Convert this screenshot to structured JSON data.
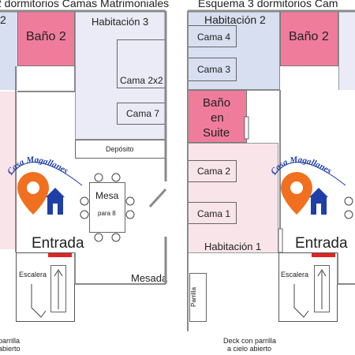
{
  "titles": {
    "left": "2 dormitorios Camas Matrimoniales",
    "right": "Esquema 3 dormitorios Cam"
  },
  "left_plan": {
    "bathroom": "Baño 2",
    "bedroom3": "Habitación 3",
    "bed_2x2": "Cama 2x2",
    "bed7": "Cama 7",
    "storage": "Depósito",
    "table_title": "Mesa",
    "table_sub": "para 8",
    "entrance": "Entrada",
    "stairs": "Escalera",
    "table_label": "Mesada",
    "grill_fragment_1": "parrilla",
    "grill_fragment_2": "abierto",
    "fragment_2": "2"
  },
  "right_plan": {
    "bedroom2": "Habitación 2",
    "bathroom": "Baño 2",
    "bed4": "Cama 4",
    "bed3": "Cama 3",
    "suite_line1": "Baño",
    "suite_line2": "en",
    "suite_line3": "Suite",
    "bed2": "Cama 2",
    "bed1": "Cama 1",
    "bedroom1": "Habitación 1",
    "entrance": "Entrada",
    "stairs": "Escalera",
    "grill": "Parrilla",
    "deck_line1": "Deck con parrilla",
    "deck_line2": "a cielo abierto"
  },
  "logo": {
    "text": "Casa Magallanes"
  },
  "colors": {
    "lavender": "#dcdcf0",
    "pink_light": "#f9e4ea",
    "bath_pink": "#f07c9c",
    "blue_room": "#d8dff0",
    "wall": "#8a8a8a",
    "door_red": "#e02525",
    "logo_orange": "#f07020",
    "logo_blue": "#1e3fa8"
  }
}
